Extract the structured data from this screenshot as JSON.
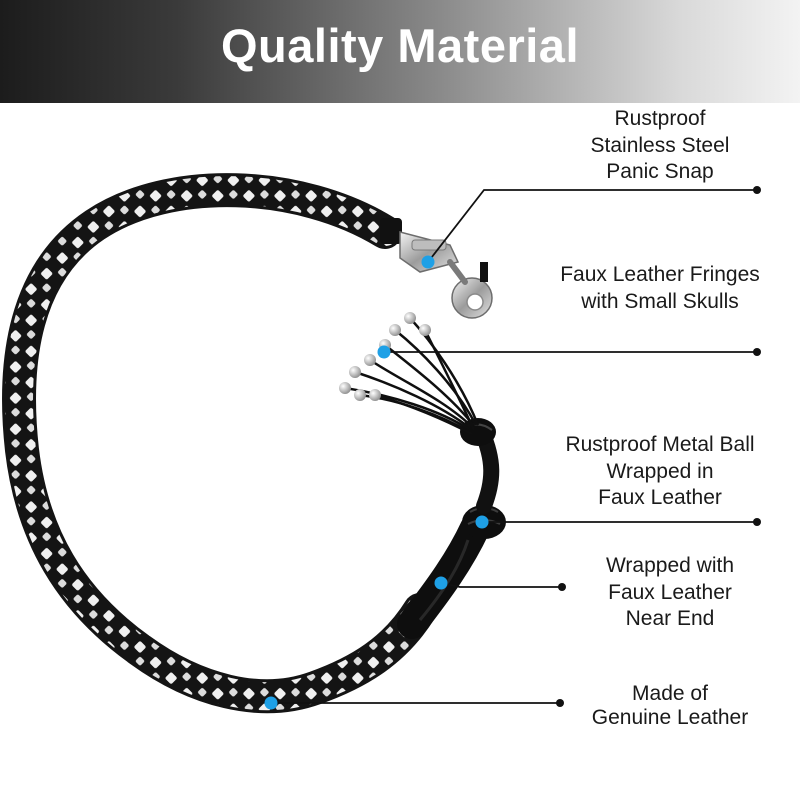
{
  "banner": {
    "title": "Quality Material"
  },
  "callouts": {
    "snap": {
      "lines": [
        "Rustproof",
        "Stainless Steel",
        "Panic Snap"
      ]
    },
    "fringes": {
      "lines": [
        "Faux Leather Fringes",
        "with Small Skulls"
      ]
    },
    "ball": {
      "lines": [
        "Rustproof Metal Ball",
        "Wrapped in",
        "Faux Leather"
      ]
    },
    "end": {
      "lines": [
        "Wrapped with",
        "Faux Leather",
        "Near End"
      ]
    },
    "leather": {
      "lines": [
        "Made of",
        "Genuine Leather"
      ]
    }
  },
  "colors": {
    "marker": "#1ea0e6",
    "braid_dark": "#141414",
    "braid_light": "#f2f2f2",
    "leader_line": "#111111"
  }
}
